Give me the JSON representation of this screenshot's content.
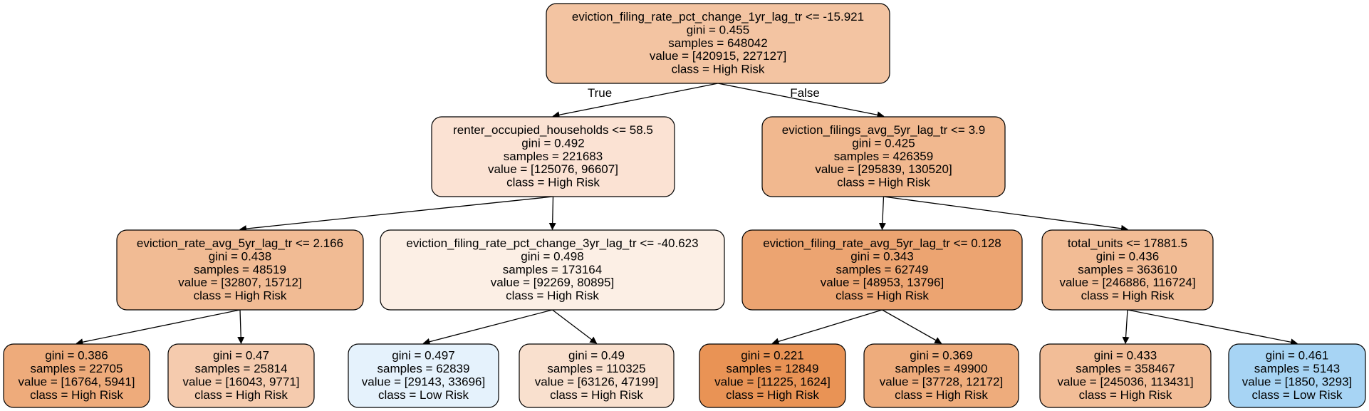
{
  "tree": {
    "nodes": [
      {
        "id": "root",
        "fill": "#f3c4a2",
        "lines": [
          "eviction_filing_rate_pct_change_1yr_lag_tr <= -15.921",
          "gini = 0.455",
          "samples = 648042",
          "value = [420915, 227127]",
          "class = High Risk"
        ]
      },
      {
        "id": "n1",
        "fill": "#fbe2d3",
        "lines": [
          "renter_occupied_households <= 58.5",
          "gini = 0.492",
          "samples = 221683",
          "value = [125076, 96607]",
          "class = High Risk"
        ]
      },
      {
        "id": "n2",
        "fill": "#f1b88f",
        "lines": [
          "eviction_filings_avg_5yr_lag_tr <= 3.9",
          "gini = 0.425",
          "samples = 426359",
          "value = [295839, 130520]",
          "class = High Risk"
        ]
      },
      {
        "id": "n3",
        "fill": "#f1bb94",
        "lines": [
          "eviction_rate_avg_5yr_lag_tr <= 2.166",
          "gini = 0.438",
          "samples = 48519",
          "value = [32807, 15712]",
          "class = High Risk"
        ]
      },
      {
        "id": "n4",
        "fill": "#fcefe5",
        "lines": [
          "eviction_filing_rate_pct_change_3yr_lag_tr <= -40.623",
          "gini = 0.498",
          "samples = 173164",
          "value = [92269, 80895]",
          "class = High Risk"
        ]
      },
      {
        "id": "n5",
        "fill": "#eca471",
        "lines": [
          "eviction_filing_rate_avg_5yr_lag_tr <= 0.128",
          "gini = 0.343",
          "samples = 62749",
          "value = [48953, 13796]",
          "class = High Risk"
        ]
      },
      {
        "id": "n6",
        "fill": "#f2bc95",
        "lines": [
          "total_units <= 17881.5",
          "gini = 0.436",
          "samples = 363610",
          "value = [246886, 116724]",
          "class = High Risk"
        ]
      },
      {
        "id": "l1",
        "fill": "#eeab7b",
        "lines": [
          "gini = 0.386",
          "samples = 22705",
          "value = [16764, 5941]",
          "class = High Risk"
        ]
      },
      {
        "id": "l2",
        "fill": "#f5cbae",
        "lines": [
          "gini = 0.47",
          "samples = 25814",
          "value = [16043, 9771]",
          "class = High Risk"
        ]
      },
      {
        "id": "l3",
        "fill": "#e5f2fc",
        "lines": [
          "gini = 0.497",
          "samples = 62839",
          "value = [29143, 33696]",
          "class = Low Risk"
        ]
      },
      {
        "id": "l4",
        "fill": "#f9e0ce",
        "lines": [
          "gini = 0.49",
          "samples = 110325",
          "value = [63126, 47199]",
          "class = High Risk"
        ]
      },
      {
        "id": "l5",
        "fill": "#e99355",
        "lines": [
          "gini = 0.221",
          "samples = 12849",
          "value = [11225, 1624]",
          "class = High Risk"
        ]
      },
      {
        "id": "l6",
        "fill": "#eeac7c",
        "lines": [
          "gini = 0.369",
          "samples = 49900",
          "value = [37728, 12172]",
          "class = High Risk"
        ]
      },
      {
        "id": "l7",
        "fill": "#f2bd97",
        "lines": [
          "gini = 0.433",
          "samples = 358467",
          "value = [245036, 113431]",
          "class = High Risk"
        ]
      },
      {
        "id": "l8",
        "fill": "#a7d4f4",
        "lines": [
          "gini = 0.461",
          "samples = 5143",
          "value = [1850, 3293]",
          "class = Low Risk"
        ]
      }
    ],
    "edges": [
      {
        "from": "root",
        "to": "n1",
        "label": "True"
      },
      {
        "from": "root",
        "to": "n2",
        "label": "False"
      },
      {
        "from": "n1",
        "to": "n3"
      },
      {
        "from": "n1",
        "to": "n4"
      },
      {
        "from": "n2",
        "to": "n5"
      },
      {
        "from": "n2",
        "to": "n6"
      },
      {
        "from": "n3",
        "to": "l1"
      },
      {
        "from": "n3",
        "to": "l2"
      },
      {
        "from": "n4",
        "to": "l3"
      },
      {
        "from": "n4",
        "to": "l4"
      },
      {
        "from": "n5",
        "to": "l5"
      },
      {
        "from": "n5",
        "to": "l6"
      },
      {
        "from": "n6",
        "to": "l7"
      },
      {
        "from": "n6",
        "to": "l8"
      }
    ]
  }
}
